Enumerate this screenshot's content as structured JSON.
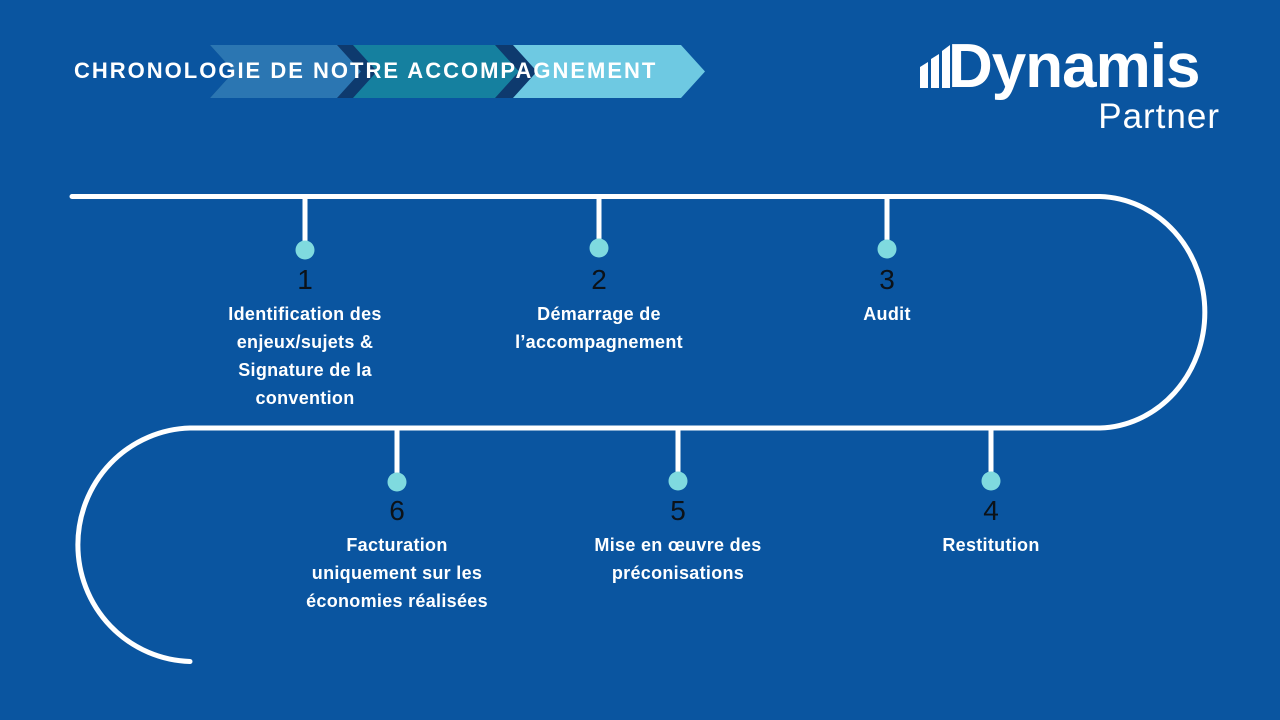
{
  "colors": {
    "background": "#0a55a0",
    "line": "#ffffff",
    "dot": "#7fdadf",
    "number": "#0c1218",
    "label_text": "#ffffff",
    "title_text": "#ffffff",
    "logo_text": "#ffffff",
    "chevron_blue": "#2b76b2",
    "chevron_teal": "#15809f",
    "chevron_light": "#6ec9e2",
    "chevron_shadow": "#0e3a6e"
  },
  "header": {
    "title": "CHRONOLOGIE DE NOTRE ACCOMPAGNEMENT"
  },
  "logo": {
    "name": "Dynamis",
    "subtitle": "Partner",
    "icon": "bar-chart-icon"
  },
  "timeline": {
    "milestones": [
      {
        "number": "1",
        "label": "Identification des\nenjeux/sujets &\nSignature de la\nconvention"
      },
      {
        "number": "2",
        "label": "Démarrage de\nl’accompagnement"
      },
      {
        "number": "3",
        "label": "Audit"
      },
      {
        "number": "4",
        "label": "Restitution"
      },
      {
        "number": "5",
        "label": "Mise en œuvre des\npréconisations"
      },
      {
        "number": "6",
        "label": "Facturation\nuniquement sur les\néconomies réalisées"
      }
    ]
  }
}
